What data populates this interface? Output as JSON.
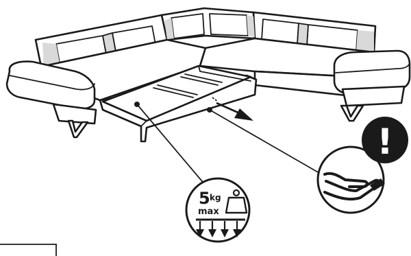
{
  "load_badge": {
    "weight_value": "5",
    "weight_unit": "kg",
    "weight_limit": "max"
  },
  "warning_badge": {
    "symbol": "!"
  },
  "icons": {
    "sofa": "corner-sofa-illustration",
    "drawer": "storage-drawer",
    "pull": "pull-direction-arrow",
    "weight": "weight-icon",
    "load": "distributed-load-arrows",
    "hand": "hand-support-icon",
    "warning": "warning-exclamation-icon"
  },
  "colors": {
    "line": "#1a1a1a",
    "fill": "#ffffff",
    "shadow": "#d9d9d9"
  }
}
